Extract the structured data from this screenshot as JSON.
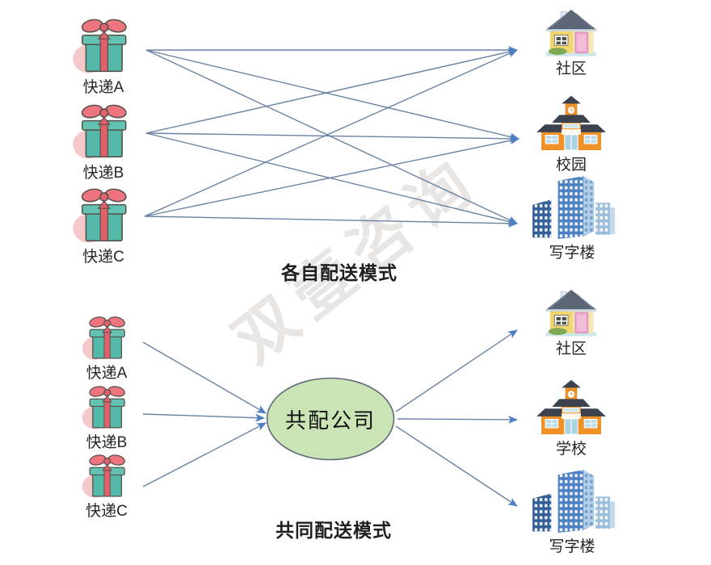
{
  "watermark": {
    "text": "双壹咨询"
  },
  "top_section": {
    "title": "各自配送模式",
    "sources": [
      {
        "label": "快递A",
        "icon": "gift-box"
      },
      {
        "label": "快递B",
        "icon": "gift-box"
      },
      {
        "label": "快递C",
        "icon": "gift-box"
      }
    ],
    "destinations": [
      {
        "label": "社区",
        "icon": "house"
      },
      {
        "label": "校园",
        "icon": "school"
      },
      {
        "label": "写字楼",
        "icon": "office-buildings"
      }
    ]
  },
  "bottom_section": {
    "title": "共同配送模式",
    "hub": {
      "label": "共配公司"
    },
    "sources": [
      {
        "label": "快递A",
        "icon": "gift-box"
      },
      {
        "label": "快递B",
        "icon": "gift-box"
      },
      {
        "label": "快递C",
        "icon": "gift-box"
      }
    ],
    "destinations": [
      {
        "label": "社区",
        "icon": "house"
      },
      {
        "label": "学校",
        "icon": "school"
      },
      {
        "label": "写字楼",
        "icon": "office-buildings"
      }
    ]
  },
  "colors": {
    "line": "#6a82a3",
    "arrow": "#4d7fc3",
    "hub_fill": "#cbe4b6",
    "hub_stroke": "#5f6d77"
  }
}
